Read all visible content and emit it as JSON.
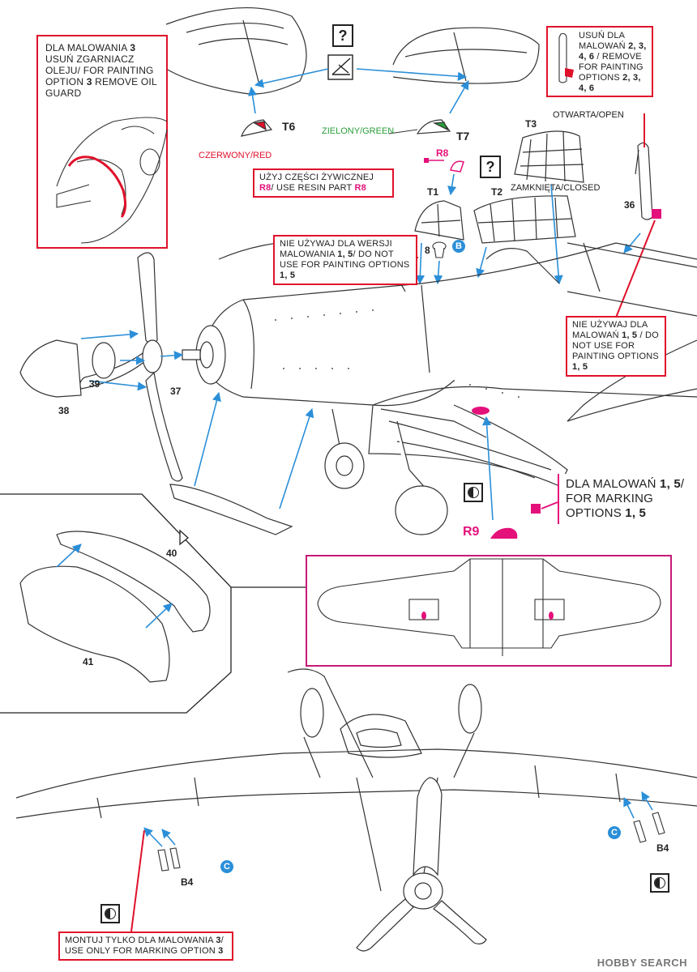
{
  "callouts": {
    "oil_guard": {
      "pl_prefix": "DLA MALOWANIA ",
      "pl_num": "3",
      "pl_suffix": " USUŃ ZGARNIACZ OLEJU/ FOR PAINTING OPTION ",
      "en_num": "3",
      "en_suffix": " REMOVE OIL GUARD"
    },
    "remove_for": {
      "pl": "USUŃ DLA MALOWAŃ ",
      "pl_nums": "2, 3, 4, 6",
      "en": " / REMOVE FOR PAINTING OPTIONS ",
      "en_nums": "2, 3, 4, 6"
    },
    "resin_part": {
      "pl": "UŻYJ CZĘŚCI ŻYWICZNEJ ",
      "pl_part": "R8",
      "en": "/ USE RESIN PART ",
      "en_part": "R8"
    },
    "not_use_1": {
      "pl": "NIE UŻYWAJ DLA WERSJI MALOWANIA ",
      "pl_nums": "1, 5",
      "en": "/ DO NOT USE FOR PAINTING OPTIONS ",
      "en_nums": "1, 5"
    },
    "not_use_2": {
      "pl": "NIE UŻYWAJ DLA MALOWAŃ ",
      "pl_nums": "1, 5",
      "en": " / DO NOT USE FOR PAINTING OPTIONS ",
      "en_nums": "1, 5"
    },
    "marking": {
      "pl": "DLA MALOWAŃ ",
      "pl_nums": "1, 5",
      "en": "/ FOR MARKING OPTIONS ",
      "en_nums": "1, 5"
    },
    "only_option3": {
      "pl": "MONTUJ TYLKO DLA MALOWANIA ",
      "pl_num": "3",
      "en": "/ USE ONLY FOR MARKING OPTION ",
      "en_num": "3"
    }
  },
  "parts": {
    "t6": "T6",
    "t7": "T7",
    "t3": "T3",
    "t1": "T1",
    "t2": "T2",
    "r8": "R8",
    "r9": "R9",
    "p8": "8",
    "p36": "36",
    "p37": "37",
    "p38": "38",
    "p39": "39",
    "p40": "40",
    "p41": "41",
    "b4_left": "B4",
    "b4_right": "B4"
  },
  "captions": {
    "red": "CZERWONY/RED",
    "green": "ZIELONY/GREEN",
    "open": "OTWARTA/OPEN",
    "closed": "ZAMKNIĘTA/CLOSED"
  },
  "symbols": {
    "question": "?",
    "badge_b": "B",
    "badge_c": "C"
  },
  "watermark": "HOBBY SEARCH",
  "colors": {
    "callout_border": "#e0112b",
    "highlight": "#e4117a",
    "arrow": "#2b8fd8",
    "green": "#2a9d3a"
  }
}
